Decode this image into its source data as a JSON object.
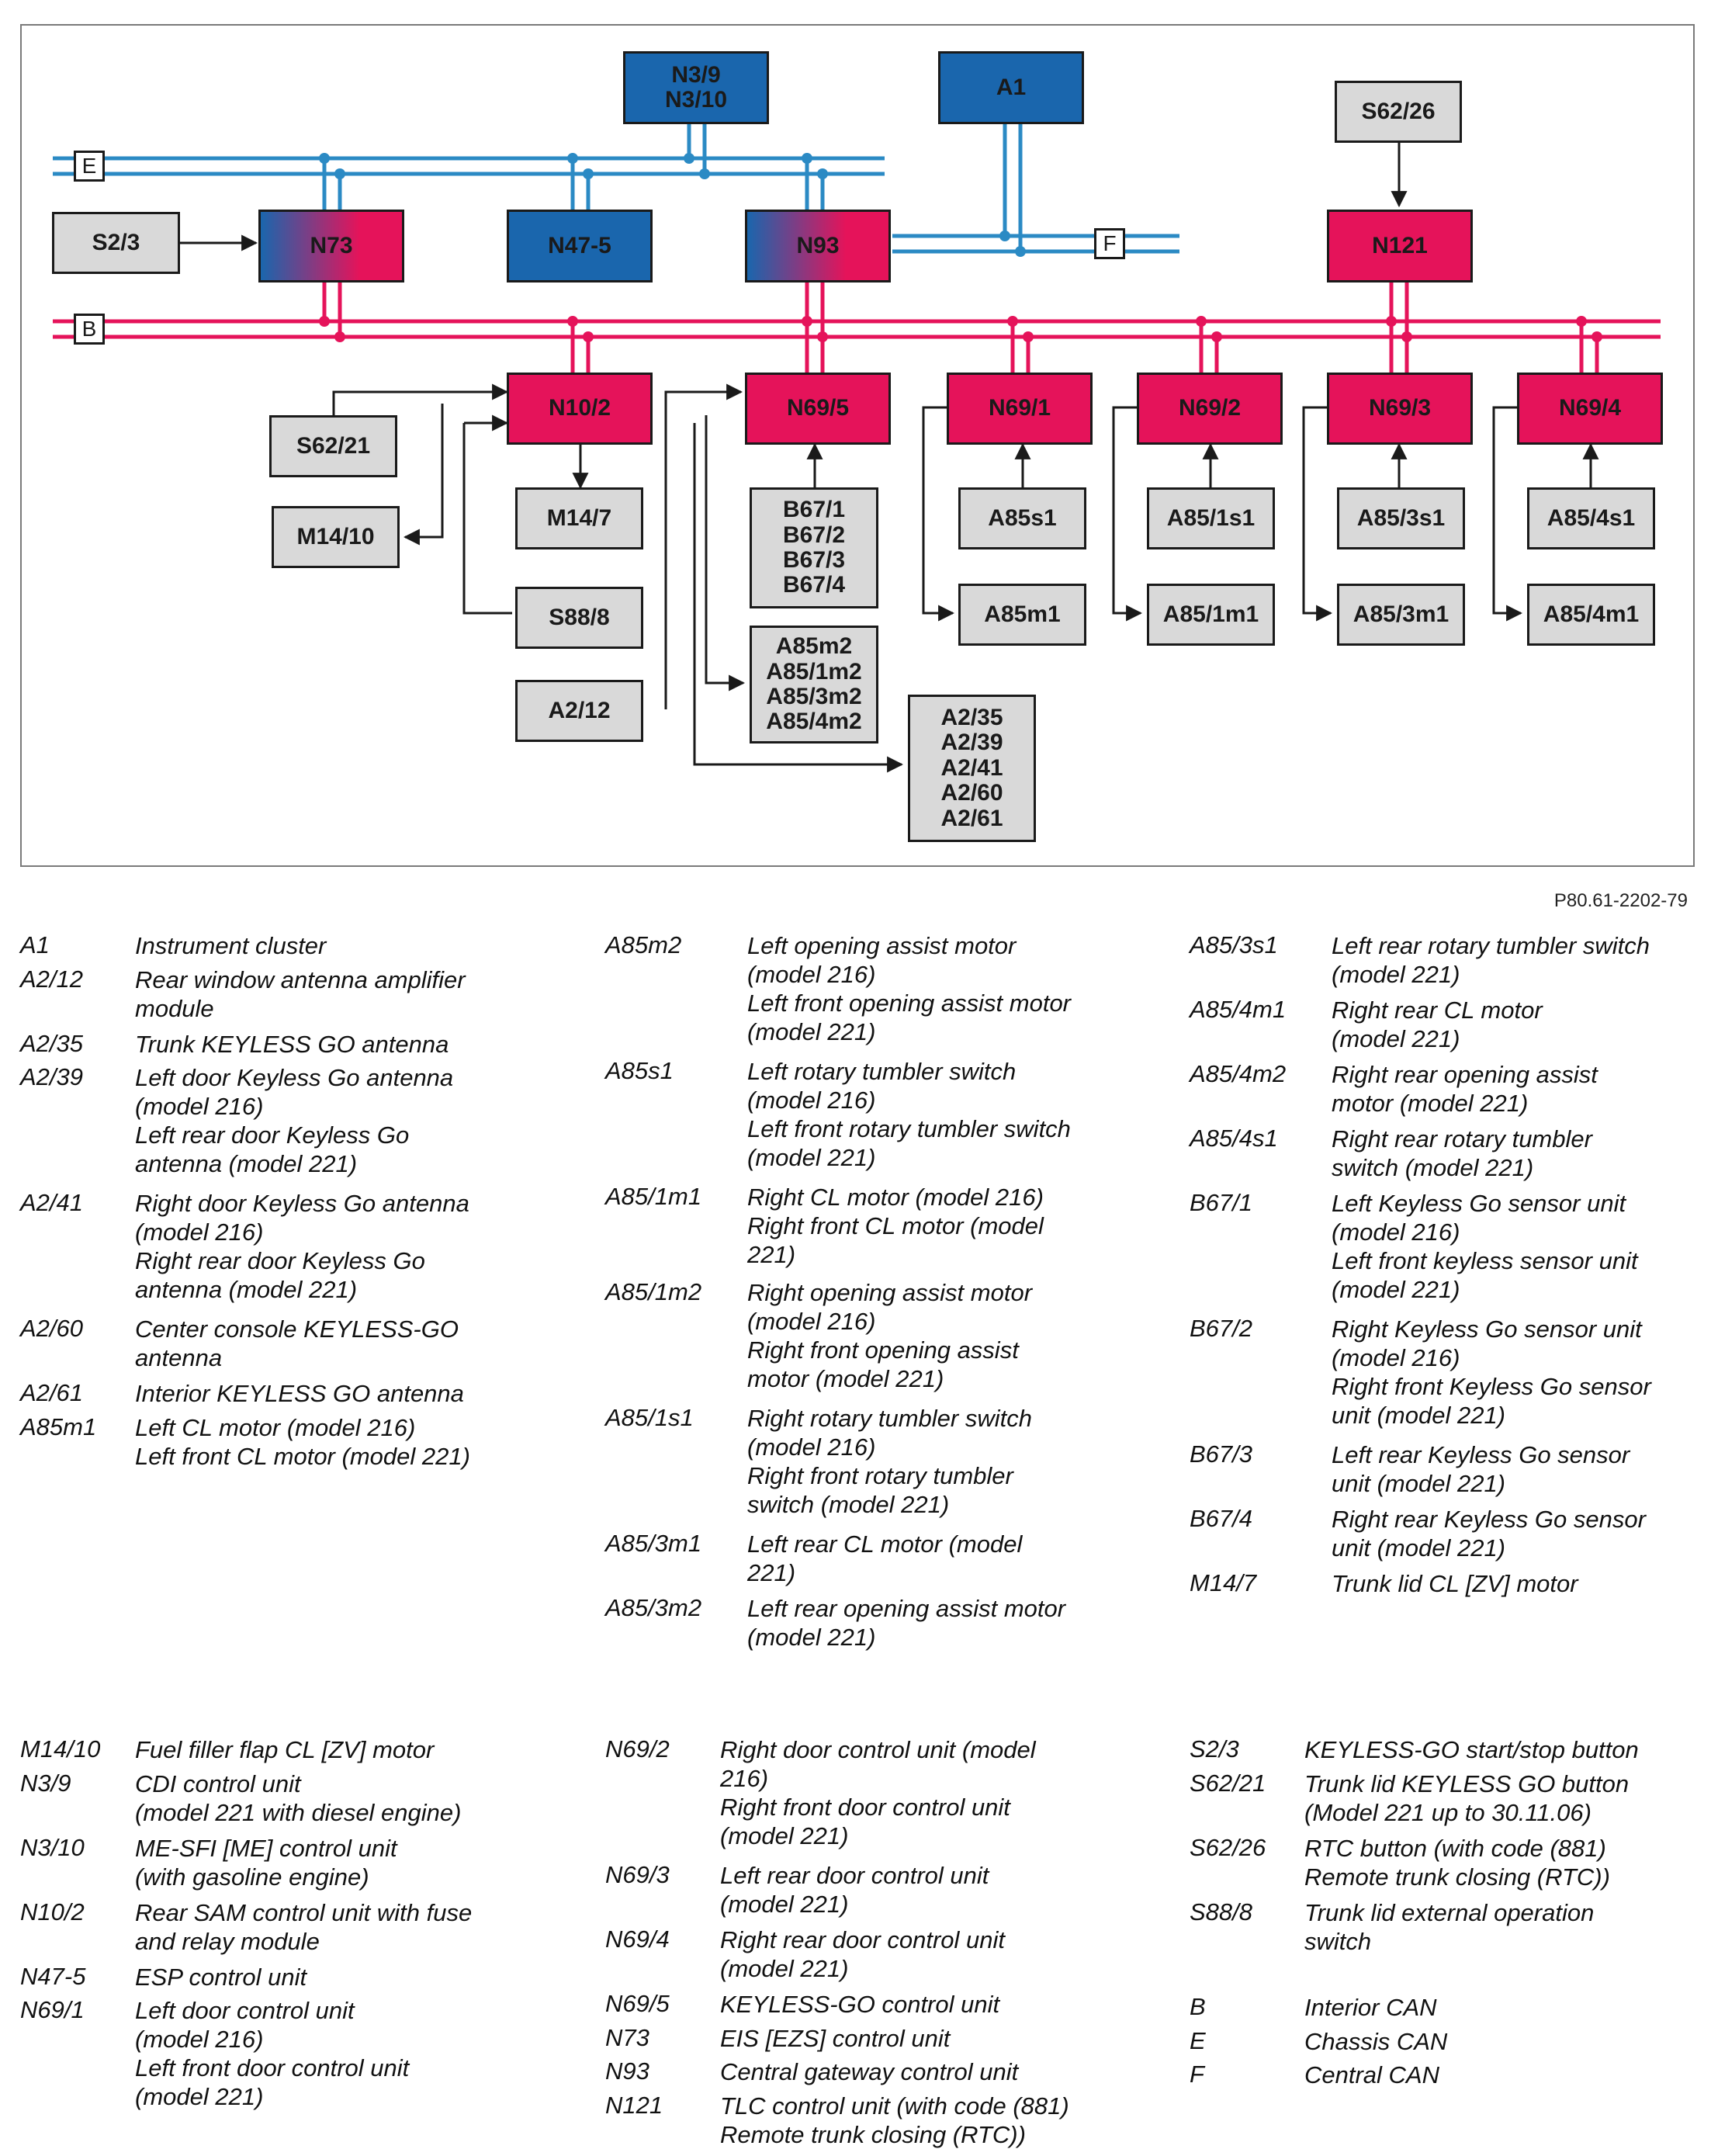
{
  "diagram": {
    "reference": "P80.61-2202-79",
    "buses": {
      "E": "E",
      "B": "B",
      "F": "F"
    },
    "colors": {
      "blue": "#1a66ad",
      "pink": "#e5135a",
      "grey": "#d9d9d9",
      "bus_e": "#2b8ac4",
      "bus_b": "#e5135a"
    },
    "nodes": {
      "n39": [
        "N3/9",
        "N3/10"
      ],
      "a1": "A1",
      "s6226": "S62/26",
      "s23": "S2/3",
      "n73": "N73",
      "n475": "N47-5",
      "n93": "N93",
      "n121": "N121",
      "n102": "N10/2",
      "n695": "N69/5",
      "n691": "N69/1",
      "n692": "N69/2",
      "n693": "N69/3",
      "n694": "N69/4",
      "s6221": "S62/21",
      "m1410": "M14/10",
      "m147": "M14/7",
      "s888": "S88/8",
      "a212": "A2/12",
      "b67": [
        "B67/1",
        "B67/2",
        "B67/3",
        "B67/4"
      ],
      "a85m2": [
        "A85m2",
        "A85/1m2",
        "A85/3m2",
        "A85/4m2"
      ],
      "a235": [
        "A2/35",
        "A2/39",
        "A2/41",
        "A2/60",
        "A2/61"
      ],
      "a85s1": "A85s1",
      "a851s1": "A85/1s1",
      "a853s1": "A85/3s1",
      "a854s1": "A85/4s1",
      "a85m1": "A85m1",
      "a851m1": "A85/1m1",
      "a853m1": "A85/3m1",
      "a854m1": "A85/4m1"
    }
  },
  "legend_top": {
    "col1": [
      {
        "code": "A1",
        "lines": [
          "Instrument cluster"
        ]
      },
      {
        "code": "A2/12",
        "lines": [
          "Rear window antenna amplifier",
          "module"
        ]
      },
      {
        "code": "A2/35",
        "lines": [
          "Trunk KEYLESS GO antenna"
        ]
      },
      {
        "code": "A2/39",
        "lines": [
          "Left door Keyless Go antenna",
          "(model 216)",
          "Left rear door Keyless Go",
          "antenna (model 221)"
        ]
      },
      {
        "code": "A2/41",
        "lines": [
          "Right door Keyless Go antenna",
          "(model 216)",
          "Right rear door Keyless Go",
          "antenna (model 221)"
        ]
      },
      {
        "code": "A2/60",
        "lines": [
          "Center console KEYLESS-GO",
          "antenna"
        ]
      },
      {
        "code": "A2/61",
        "lines": [
          "Interior KEYLESS GO antenna"
        ]
      },
      {
        "code": "A85m1",
        "lines": [
          "Left CL motor (model 216)",
          "Left front CL motor (model 221)"
        ]
      }
    ],
    "col2": [
      {
        "code": "A85m2",
        "lines": [
          "Left opening assist motor",
          "(model 216)",
          "Left front opening assist motor",
          "(model 221)"
        ]
      },
      {
        "code": "A85s1",
        "lines": [
          "Left rotary tumbler switch",
          "(model 216)",
          "Left front rotary tumbler switch",
          "(model 221)"
        ]
      },
      {
        "code": "A85/1m1",
        "lines": [
          "Right CL motor (model 216)",
          "Right front CL motor (model",
          "221)"
        ]
      },
      {
        "code": "A85/1m2",
        "lines": [
          "Right opening assist motor",
          "(model 216)",
          "Right front opening assist",
          "motor (model 221)"
        ]
      },
      {
        "code": "A85/1s1",
        "lines": [
          "Right rotary tumbler switch",
          "(model 216)",
          "Right front rotary tumbler",
          "switch (model 221)"
        ]
      },
      {
        "code": "A85/3m1",
        "lines": [
          "Left rear CL motor (model",
          "221)"
        ]
      },
      {
        "code": "A85/3m2",
        "lines": [
          "Left rear opening assist motor",
          "(model 221)"
        ]
      }
    ],
    "col3": [
      {
        "code": "A85/3s1",
        "lines": [
          "Left rear rotary tumbler switch",
          "(model 221)"
        ]
      },
      {
        "code": "A85/4m1",
        "lines": [
          "Right rear CL motor",
          "(model 221)"
        ]
      },
      {
        "code": "A85/4m2",
        "lines": [
          "Right rear opening assist",
          "motor (model 221)"
        ]
      },
      {
        "code": "A85/4s1",
        "lines": [
          "Right rear rotary tumbler",
          "switch (model 221)"
        ]
      },
      {
        "code": "B67/1",
        "lines": [
          "Left Keyless Go sensor unit",
          "(model 216)",
          "Left front keyless sensor unit",
          "(model 221)"
        ]
      },
      {
        "code": "B67/2",
        "lines": [
          "Right Keyless Go sensor unit",
          "(model 216)",
          "Right front Keyless Go sensor",
          "unit (model 221)"
        ]
      },
      {
        "code": "B67/3",
        "lines": [
          "Left rear Keyless Go sensor",
          "unit (model 221)"
        ]
      },
      {
        "code": "B67/4",
        "lines": [
          "Right rear Keyless Go sensor",
          "unit (model 221)"
        ]
      },
      {
        "code": "M14/7",
        "lines": [
          "Trunk lid CL [ZV] motor"
        ]
      }
    ]
  },
  "legend_bottom": {
    "col1": [
      {
        "code": "M14/10",
        "lines": [
          "Fuel filler flap CL [ZV] motor"
        ]
      },
      {
        "code": "N3/9",
        "lines": [
          "CDI control unit",
          "(model 221 with diesel engine)"
        ]
      },
      {
        "code": "N3/10",
        "lines": [
          "ME-SFI [ME] control unit",
          "(with gasoline engine)"
        ]
      },
      {
        "code": "N10/2",
        "lines": [
          "Rear SAM control unit with fuse",
          "and relay module"
        ]
      },
      {
        "code": "N47-5",
        "lines": [
          "ESP control unit"
        ]
      },
      {
        "code": "N69/1",
        "lines": [
          "Left door control unit",
          "(model 216)",
          "Left front door control unit",
          "(model 221)"
        ]
      }
    ],
    "col2": [
      {
        "code": "N69/2",
        "lines": [
          "Right door control unit (model",
          "216)",
          "Right front door control unit",
          "(model 221)"
        ]
      },
      {
        "code": "N69/3",
        "lines": [
          "Left rear door control unit",
          "(model 221)"
        ]
      },
      {
        "code": "N69/4",
        "lines": [
          "Right rear door control unit",
          "(model 221)"
        ]
      },
      {
        "code": "N69/5",
        "lines": [
          "KEYLESS-GO control unit"
        ]
      },
      {
        "code": "N73",
        "lines": [
          "EIS [EZS] control unit"
        ]
      },
      {
        "code": "N93",
        "lines": [
          "Central gateway control unit"
        ]
      },
      {
        "code": "N121",
        "lines": [
          "TLC control unit (with code (881)",
          "Remote trunk closing (RTC))"
        ]
      }
    ],
    "col3": [
      {
        "code": "S2/3",
        "lines": [
          "KEYLESS-GO start/stop button"
        ]
      },
      {
        "code": "S62/21",
        "lines": [
          "Trunk lid KEYLESS GO button",
          "(Model 221 up to 30.11.06)"
        ]
      },
      {
        "code": "S62/26",
        "lines": [
          "RTC button (with code (881)",
          "Remote trunk closing (RTC))"
        ]
      },
      {
        "code": "S88/8",
        "lines": [
          "Trunk lid external operation",
          "switch"
        ]
      },
      {
        "code": "B",
        "lines": [
          "Interior CAN"
        ],
        "gap": true
      },
      {
        "code": "E",
        "lines": [
          "Chassis CAN"
        ]
      },
      {
        "code": "F",
        "lines": [
          "Central CAN"
        ]
      }
    ]
  }
}
